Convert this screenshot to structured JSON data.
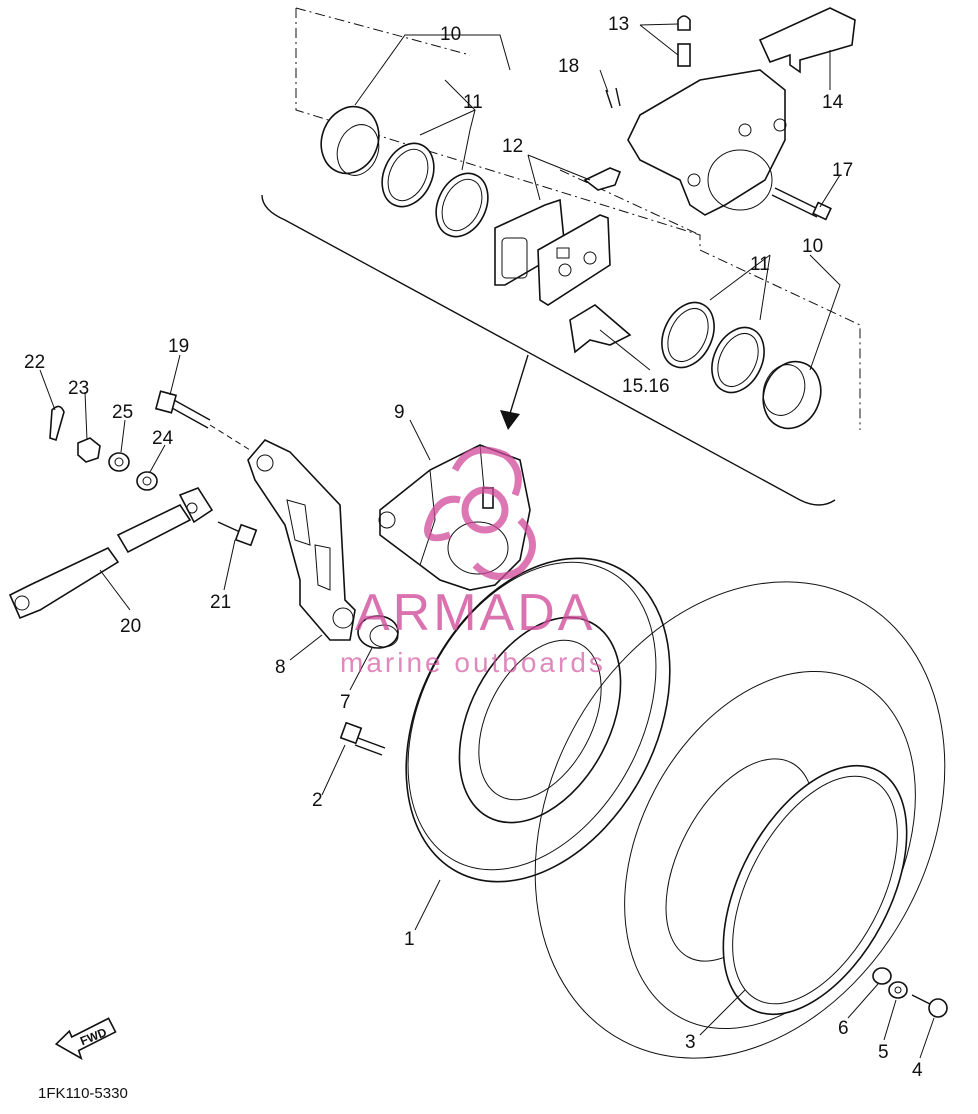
{
  "diagram": {
    "part_numbers": [
      "1",
      "2",
      "3",
      "4",
      "5",
      "6",
      "7",
      "8",
      "9",
      "10",
      "11",
      "12",
      "13",
      "14",
      "15.16",
      "17",
      "18",
      "19",
      "20",
      "21",
      "22",
      "23",
      "24",
      "25"
    ],
    "labels": {
      "p1": "1",
      "p2": "2",
      "p3": "3",
      "p4": "4",
      "p5": "5",
      "p6": "6",
      "p7": "7",
      "p8": "8",
      "p9": "9",
      "p10a": "10",
      "p10b": "10",
      "p11a": "11",
      "p11b": "11",
      "p12": "12",
      "p13": "13",
      "p14": "14",
      "p15_16": "15.16",
      "p17": "17",
      "p18": "18",
      "p19": "19",
      "p20": "20",
      "p21": "21",
      "p22": "22",
      "p23": "23",
      "p24": "24",
      "p25": "25"
    },
    "drawing_code": "1FK110-5330",
    "direction_arrow": "FWD"
  },
  "watermark": {
    "brand": "ARMADA",
    "tagline": "marine outboards",
    "color": "#d04a9a"
  }
}
